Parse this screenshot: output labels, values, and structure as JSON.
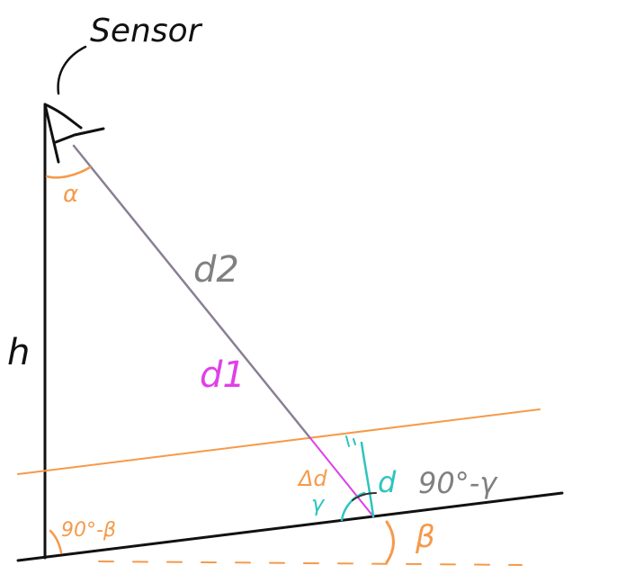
{
  "labels": {
    "sensor": "Sensor",
    "h": "h",
    "alpha": "α",
    "d2": "d2",
    "d1": "d1",
    "delta_d": "Δd",
    "gamma": "γ",
    "d": "d",
    "ninety_minus_gamma": "90°-γ",
    "ninety_minus_beta": "90°-β",
    "beta": "β"
  },
  "colors": {
    "black": "#111111",
    "orange": "#f59a4a",
    "gray": "#8a7f95",
    "magenta": "#e040e8",
    "teal": "#2ec4bf",
    "label_gray": "#808080"
  }
}
